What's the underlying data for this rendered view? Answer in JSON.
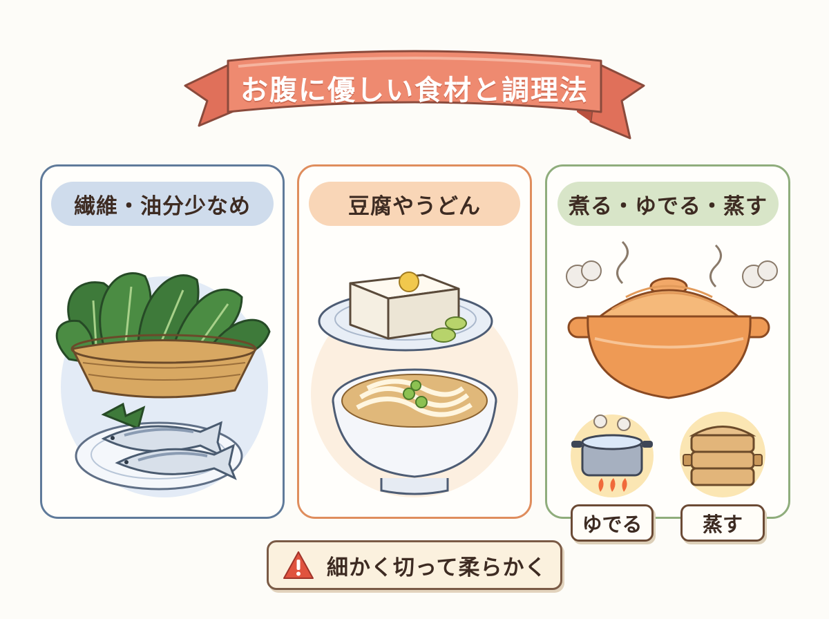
{
  "title": "お腹に優しい食材と調理法",
  "panels": [
    {
      "label": "繊維・油分少なめ",
      "illustration": "spinach-basket-and-fish-plate"
    },
    {
      "label": "豆腐やうどん",
      "illustration": "tofu-plate-and-udon-bowl"
    },
    {
      "label": "煮る・ゆでる・蒸す",
      "illustration": "clay-pot-steaming"
    }
  ],
  "methods": {
    "boil_label": "ゆでる",
    "steam_label": "蒸す"
  },
  "warning": {
    "icon": "warning-triangle-icon",
    "text": "細かく切って柔らかく"
  },
  "colors": {
    "banner": "#ee8a70",
    "panel_blue": "#5f7a9a",
    "panel_orange": "#df8d5d",
    "panel_green": "#8fad7c",
    "warning_red": "#e0533f"
  }
}
